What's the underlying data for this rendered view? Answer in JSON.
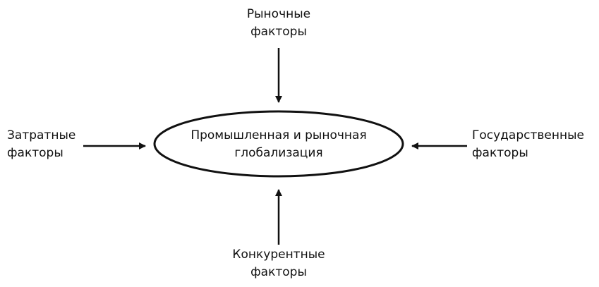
{
  "center": {
    "line1": "Промышленная и рыночная",
    "line2": "глобализация"
  },
  "factors": {
    "top": {
      "line1": "Рыночные",
      "line2": "факторы"
    },
    "left": {
      "line1": "Затратные",
      "line2": "факторы"
    },
    "right": {
      "line1": "Государственные",
      "line2": "факторы"
    },
    "bottom": {
      "line1": "Конкурентные",
      "line2": "факторы"
    }
  }
}
